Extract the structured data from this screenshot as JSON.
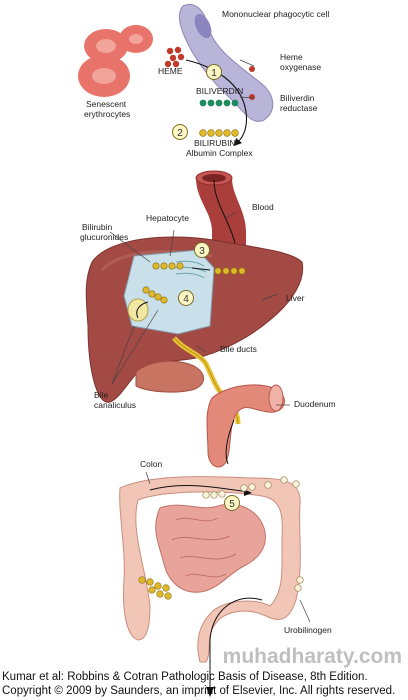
{
  "labels": {
    "mononuclear": "Mononuclear phagocytic cell",
    "senescent_line1": "Senescent",
    "senescent_line2": "erythrocytes",
    "heme": "HEME",
    "heme_oxygenase_line1": "Heme",
    "heme_oxygenase_line2": "oxygenase",
    "biliverdin": "BILIVERDIN",
    "biliverdin_reductase_line1": "Biliverdin",
    "biliverdin_reductase_line2": "reductase",
    "bilirubin_line1": "BILIRUBIN–",
    "bilirubin_line2": "Albumin Complex",
    "blood": "Blood",
    "hepatocyte": "Hepatocyte",
    "glucuronides_line1": "Bilirubin",
    "glucuronides_line2": "glucuronides",
    "liver": "Liver",
    "bile_ducts": "Bile ducts",
    "bile_line1": "Bile",
    "bile_line2": "canaliculus",
    "duodenum": "Duodenum",
    "colon": "Colon",
    "urobilinogen": "Urobilinogen"
  },
  "steps": [
    "1",
    "2",
    "3",
    "4",
    "5"
  ],
  "caption": {
    "line1": "Kumar et al: Robbins & Cotran Pathologic Basis of Disease, 8th Edition.",
    "line2": "Copyright © 2009 by Saunders, an imprint of Elsevier, Inc. All rights reserved."
  },
  "watermark": "muhadharaty.com",
  "colors": {
    "erythrocyte": "#e8736a",
    "heme_dot": "#c0392b",
    "biliverdin_dot": "#1e8a5e",
    "bilirubin_dot": "#e0b92a",
    "liver": "#a34a45",
    "hepatocyte": "#c9dfea",
    "intestine": "#f2c6b6",
    "phagocyte": "#b9b5d9"
  }
}
